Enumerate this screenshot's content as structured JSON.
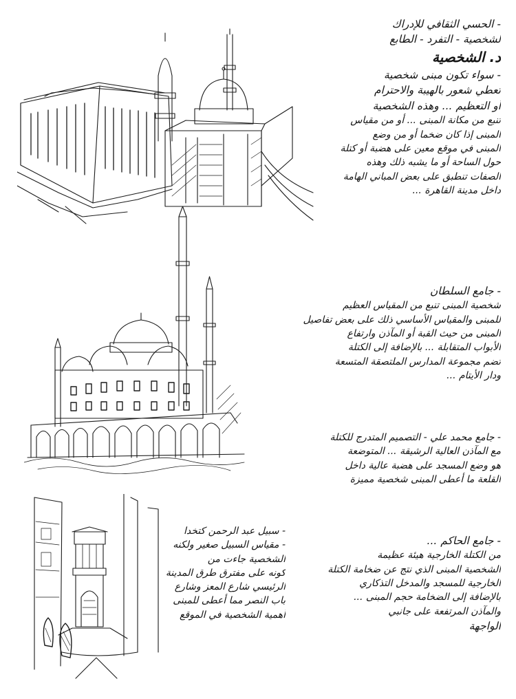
{
  "notes": {
    "block1": [
      "- الحسي الثقافي للإدراك",
      "لشخصية - التفرد - الطابع",
      "د. الشخصية",
      "- سواء تكون مبنى شخصية",
      "تعطي شعور بالهيبة والاحترام",
      "أو التعظيم ... وهذه الشخصية",
      "تنبع من مكانة المبنى ... أو من مقياس",
      "المبنى إذا كان ضخما أو من وضع",
      "المبنى في موقع معين على هضبة أو كتلة",
      "حول الساحة أو ما يشبه ذلك وهذه",
      "الصفات تنطبق على بعض المباني الهامة",
      "داخل مدينة القاهرة ..."
    ],
    "block2": [
      "- جامع السلطان",
      "شخصية المبنى تنبع من المقياس العظيم",
      "للمبنى والمقياس الأساسي ذلك على بعض تفاصيل",
      "المبنى من حيث القبة أو المآذن وارتفاع",
      "الأبواب المتقابلة ... بالإضافة إلى الكتلة",
      "تضم مجموعة المدارس الملتصقة المتسعة",
      "ودار الأيتام ..."
    ],
    "block3": [
      "- جامع محمد علي - التصميم المتدرج للكتلة",
      "مع المآذن العالية الرشيقة ... المتوضعة",
      "هو وضع المسجد على هضبة عالية داخل",
      "القلعة ما أعطى المبنى شخصية مميزة"
    ],
    "block4": [
      "- جامع الحاكم ...",
      "من الكتلة الخارجية هيئة عظيمة",
      "الشخصية المبنى الذي نتج عن ضخامة الكتلة",
      "الخارجية للمسجد والمدخل التذكاري",
      "بالإضافة إلى الضخامة حجم المبنى ...",
      "والمآذن المرتفعة على جانبي",
      "الواجهة"
    ],
    "block5": [
      "- سبيل عبد الرحمن كتخدا",
      "- مقياس السبيل صغير ولكنه",
      "الشخصية جاءت من",
      "كونه على مفترق طرق المدينة",
      "الرئيسي شارع المعز وشارع",
      "باب النصر مما أعطى للمبنى",
      "أهمية الشخصية في الموقع"
    ]
  }
}
